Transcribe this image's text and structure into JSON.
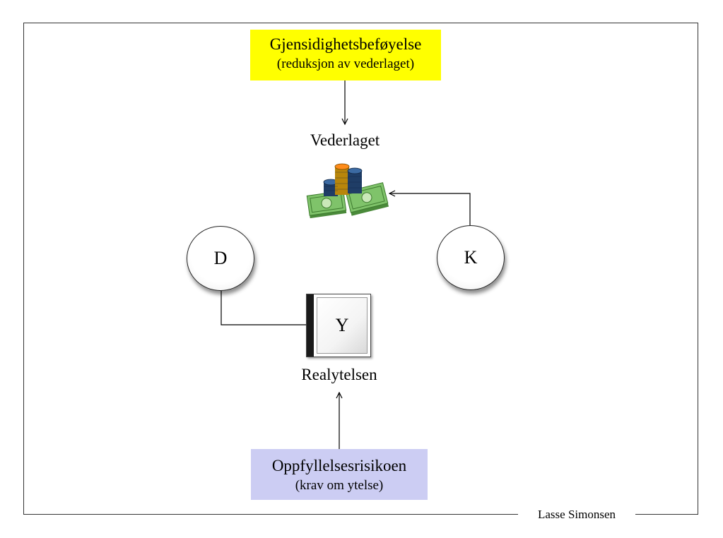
{
  "diagram": {
    "top_box": {
      "line1": "Gjensidighetsbeføyelse",
      "line2": "(reduksjon av vederlaget)",
      "color": "#ffff00"
    },
    "bottom_box": {
      "line1": "Oppfyllelsesrisikoen",
      "line2": "(krav om ytelse)",
      "color": "#cccdf3"
    },
    "vederlaget_label": "Vederlaget",
    "realytelsen_label": "Realytelsen",
    "node_d": "D",
    "node_k": "K",
    "node_y": "Y",
    "money_icon": "money-coins-icon"
  },
  "footer": {
    "author": "Lasse Simonsen"
  }
}
